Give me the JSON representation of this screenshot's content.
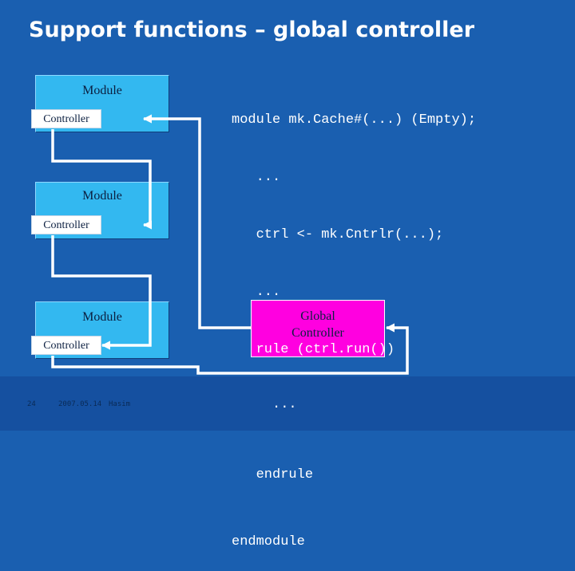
{
  "slide": {
    "title": "Support functions – global controller",
    "footer": {
      "page_number": "24",
      "date": "2007.05.14",
      "author": "Hasim"
    }
  },
  "diagram": {
    "modules": [
      {
        "module_label": "Module",
        "controller_label": "Controller"
      },
      {
        "module_label": "Module",
        "controller_label": "Controller"
      },
      {
        "module_label": "Module",
        "controller_label": "Controller"
      }
    ],
    "global_controller": {
      "line1": "Global",
      "line2": "Controller"
    }
  },
  "code": {
    "lines": [
      "module mk.Cache#(...) (Empty);",
      "   ...",
      "   ctrl <- mk.Cntrlr(...);",
      "   ...",
      "   rule (ctrl.run())",
      "     ...",
      "   endrule",
      "endmodule"
    ]
  },
  "colors": {
    "background": "#1a5fb0",
    "module_fill": "#33b8f0",
    "global_controller_fill": "#ff00e0",
    "wire": "#ffffff"
  }
}
